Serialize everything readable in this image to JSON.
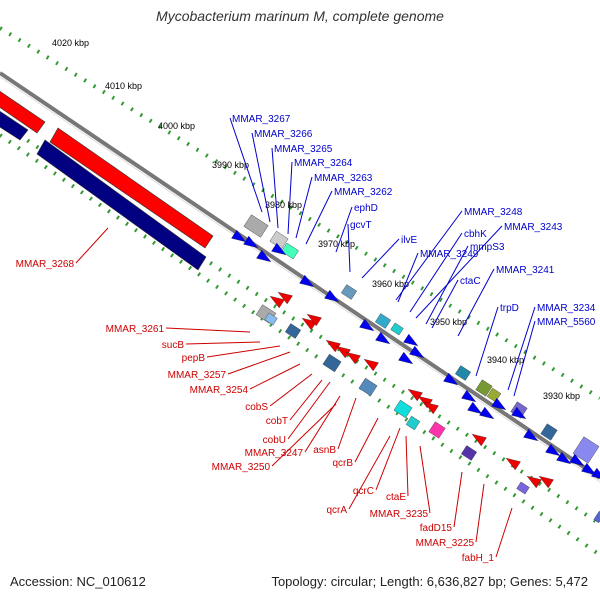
{
  "title": "Mycobacterium marinum M, complete genome",
  "footer": {
    "accession": "Accession: NC_010612",
    "topology": "Topology: circular; Length: 6,636,827 bp; Genes: 5,472"
  },
  "colors": {
    "forward_gene": "#ff0000",
    "reverse_gene": "#000080",
    "small_forward_arrow": "#0000ee",
    "small_reverse_arrow": "#ee0000",
    "upper_label": "#0000cc",
    "lower_label": "#cc0000",
    "backbone": "#777777",
    "scale_tick": "#339933"
  },
  "scale_labels": [
    "4020 kbp",
    "4010 kbp",
    "4000 kbp",
    "3990 kbp",
    "3980 kbp",
    "3970 kbp",
    "3960 kbp",
    "3950 kbp",
    "3940 kbp",
    "3930 kbp"
  ],
  "upper_genes": [
    "MMAR_3267",
    "MMAR_3266",
    "MMAR_3265",
    "MMAR_3264",
    "MMAR_3263",
    "MMAR_3262",
    "ephD",
    "gcvT",
    "ilvE",
    "MMAR_3249",
    "MMAR_3248",
    "cbhK",
    "MMAR_3243",
    "mmpS3",
    "ctaC",
    "MMAR_3241",
    "trpD",
    "MMAR_3234",
    "MMAR_5560"
  ],
  "lower_genes": [
    "MMAR_3268",
    "MMAR_3261",
    "sucB",
    "pepB",
    "MMAR_3257",
    "MMAR_3254",
    "cobS",
    "cobT",
    "cobU",
    "MMAR_3247",
    "MMAR_3250",
    "asnB",
    "qcrB",
    "qcrC",
    "qcrA",
    "ctaE",
    "MMAR_3235",
    "fadD15",
    "MMAR_3225",
    "fabH_1"
  ]
}
